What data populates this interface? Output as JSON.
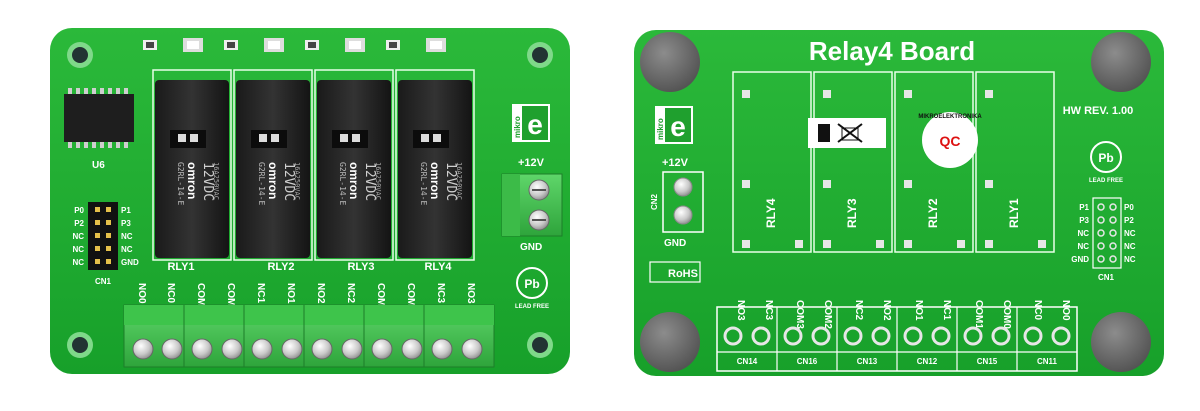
{
  "front": {
    "relays": [
      {
        "brand": "omron",
        "model": "G2RL-14-E",
        "voltage": "12VDC",
        "rating": "16A250VAC",
        "label": "RLY1"
      },
      {
        "brand": "omron",
        "model": "G2RL-14-E",
        "voltage": "12VDC",
        "rating": "16A250VAC",
        "label": "RLY2"
      },
      {
        "brand": "omron",
        "model": "G2RL-14-E",
        "voltage": "12VDC",
        "rating": "16A250VAC",
        "label": "RLY3"
      },
      {
        "brand": "omron",
        "model": "G2RL-14-E",
        "voltage": "12VDC",
        "rating": "16A250VAC",
        "label": "RLY4"
      }
    ],
    "ic_label": "U6",
    "header_label": "CN1",
    "left_pins": [
      "P0",
      "P2",
      "NC",
      "NC",
      "NC"
    ],
    "right_pins": [
      "P1",
      "P3",
      "NC",
      "NC",
      "GND"
    ],
    "power_top": "+12V",
    "power_bottom": "GND",
    "terminals": [
      "NO0",
      "NC0",
      "COM0",
      "COM1",
      "NC1",
      "NO1",
      "NO2",
      "NC2",
      "COM2",
      "COM3",
      "NC3",
      "NO3"
    ],
    "logo_letter": "e",
    "logo_side": "mikro",
    "leadfree": "LEAD FREE",
    "pb": "Pb"
  },
  "back": {
    "title": "Relay4 Board",
    "hwrev": "HW REV. 1.00",
    "power_top": "+12V",
    "power_bottom": "GND",
    "power_cn": "CN2",
    "rohs": "RoHS",
    "relay_labels": [
      "RLY4",
      "RLY3",
      "RLY2",
      "RLY1"
    ],
    "qc_text": "MIKROELEKTRONIKA",
    "qc": "QC",
    "terminals": [
      "NO3",
      "NC3",
      "COM3",
      "COM2",
      "NC2",
      "NO2",
      "NO1",
      "NC1",
      "COM1",
      "COM0",
      "NC0",
      "NO0"
    ],
    "cn_labels": [
      "CN14",
      "CN16",
      "CN13",
      "CN12",
      "CN15",
      "CN11"
    ],
    "left_pins": [
      "P1",
      "P3",
      "NC",
      "NC",
      "GND"
    ],
    "right_pins": [
      "P0",
      "P2",
      "NC",
      "NC",
      "NC"
    ],
    "header_label": "CN1",
    "logo_letter": "e",
    "logo_side": "mikro",
    "leadfree": "LEAD FREE",
    "pb": "Pb"
  }
}
